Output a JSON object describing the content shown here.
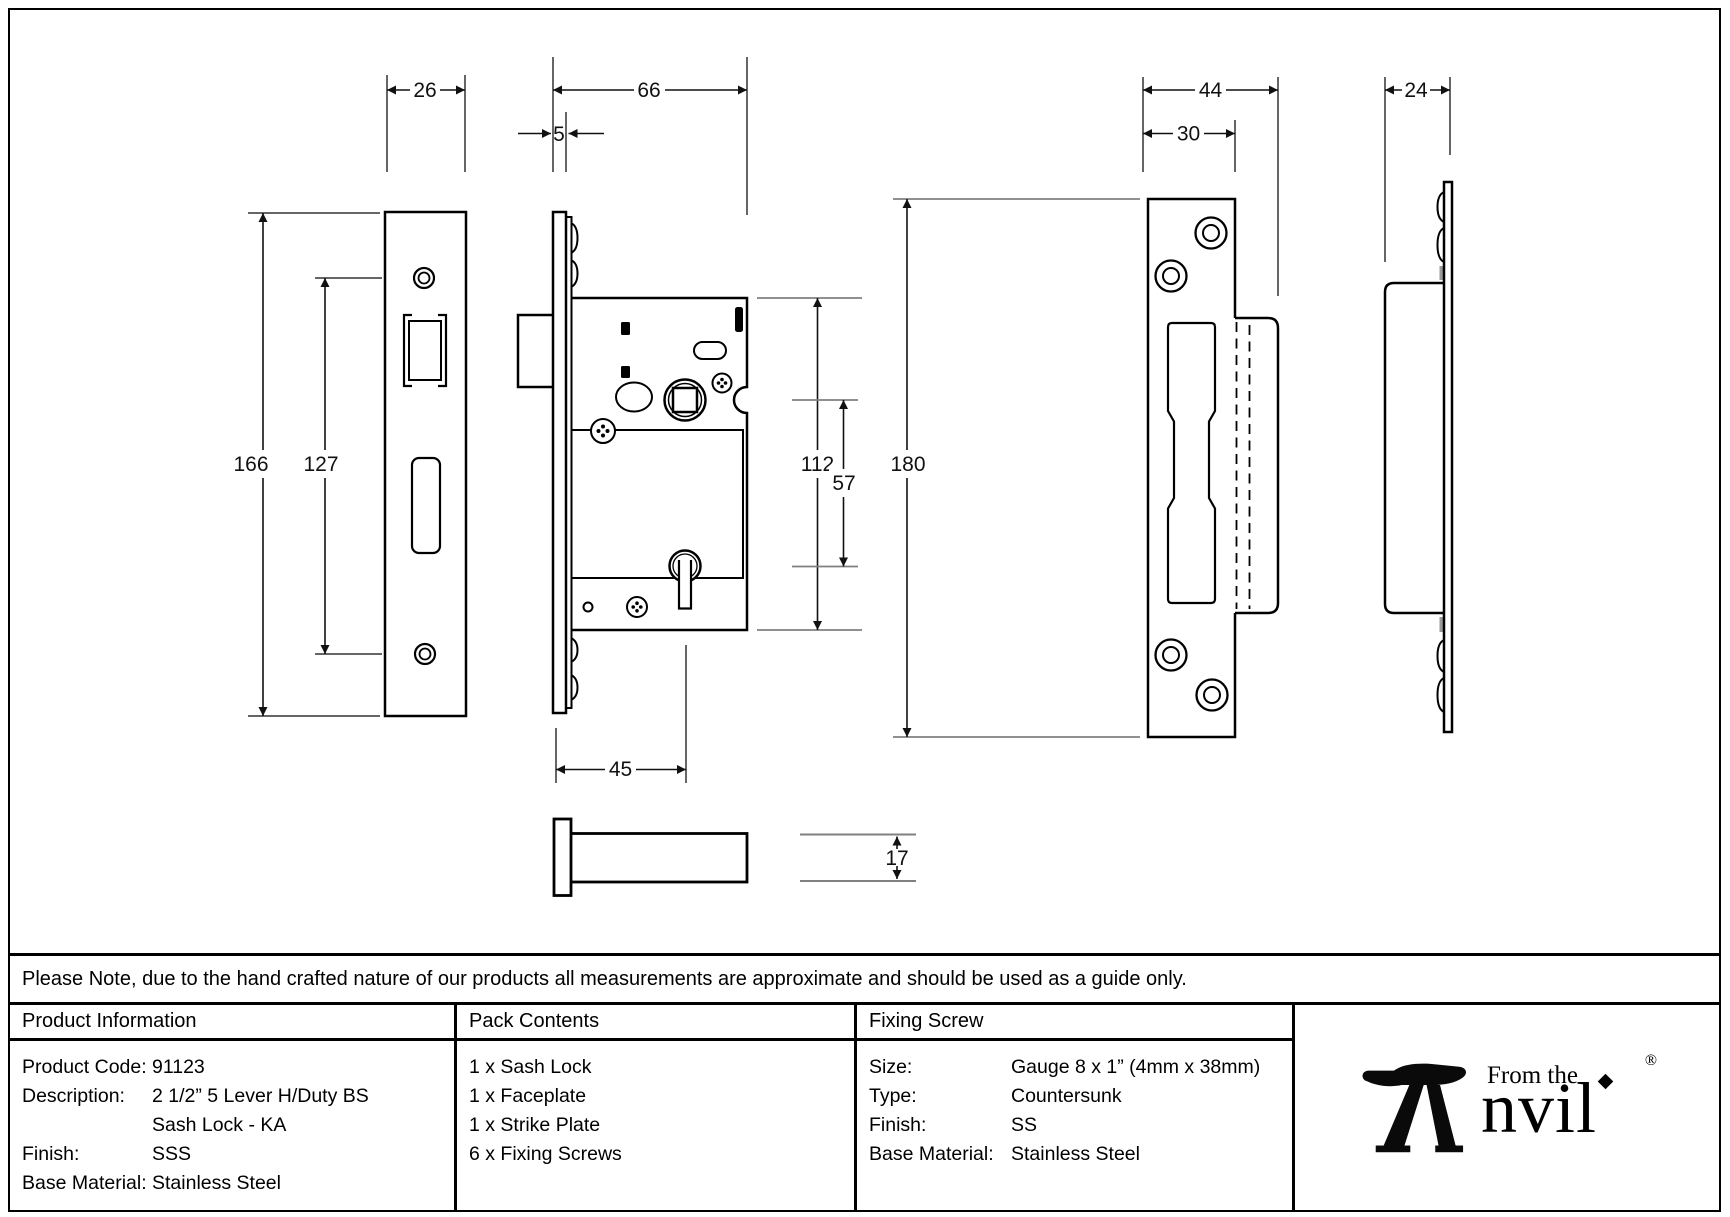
{
  "note": "Please Note, due to the hand crafted nature of our products all measurements are approximate and should be used as a guide only.",
  "dims": {
    "faceplate_width": "26",
    "case_width": "66",
    "faceplate_thickness": "5",
    "strike_total_width": "44",
    "strike_plate_width": "30",
    "strike_side_width": "24",
    "faceplate_height": "166",
    "screw_centres": "127",
    "case_height": "112",
    "spindle_to_key": "57",
    "strike_height": "180",
    "backset": "45",
    "case_thickness": "17"
  },
  "product_information": {
    "header": "Product Information",
    "rows": [
      {
        "label": "Product Code:",
        "value": "91123"
      },
      {
        "label": "Description:",
        "value": "2 1/2” 5 Lever H/Duty BS"
      },
      {
        "label": "",
        "value": "Sash Lock - KA"
      },
      {
        "label": "Finish:",
        "value": "SSS"
      },
      {
        "label": "Base Material:",
        "value": "Stainless Steel"
      }
    ]
  },
  "pack_contents": {
    "header": "Pack Contents",
    "items": [
      "1 x Sash Lock",
      "1 x Faceplate",
      "1 x Strike Plate",
      "6 x Fixing Screws"
    ]
  },
  "fixing_screw": {
    "header": "Fixing Screw",
    "rows": [
      {
        "label": "Size:",
        "value": "Gauge 8 x 1” (4mm x 38mm)"
      },
      {
        "label": "Type:",
        "value": "Countersunk"
      },
      {
        "label": "Finish:",
        "value": "SS"
      },
      {
        "label": "Base Material:",
        "value": "Stainless Steel"
      }
    ]
  },
  "logo": {
    "from_the": "From the",
    "anvil_suffix": "nvil",
    "registered": "®"
  },
  "colors": {
    "line": "#000000",
    "extension_line_gray": "#808080",
    "background": "#ffffff"
  }
}
